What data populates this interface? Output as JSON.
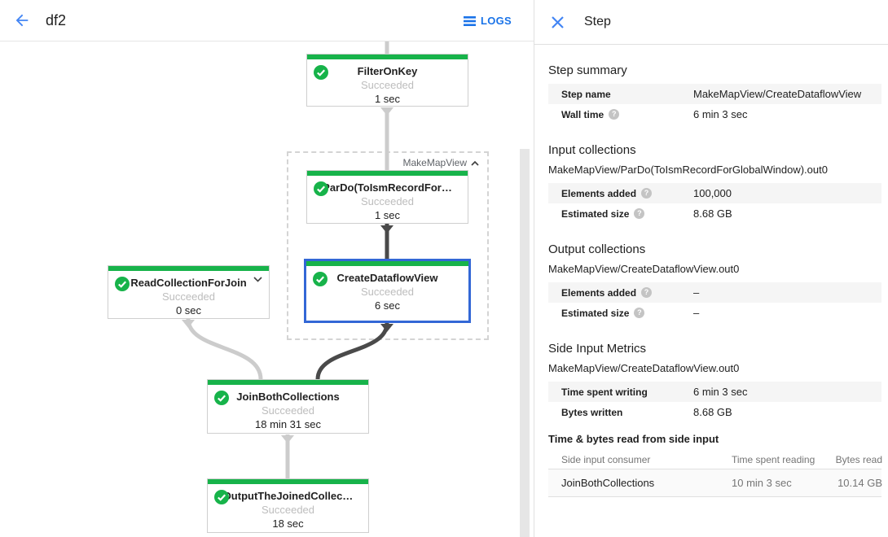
{
  "header": {
    "title": "df2",
    "logs_label": "LOGS"
  },
  "graph": {
    "group": {
      "label": "MakeMapView"
    },
    "nodes": [
      {
        "title": "FilterOnKey",
        "status": "Succeeded",
        "time": "1 sec"
      },
      {
        "title": "ParDo(ToIsmRecordFor…",
        "status": "Succeeded",
        "time": "1 sec"
      },
      {
        "title": "CreateDataflowView",
        "status": "Succeeded",
        "time": "6 sec"
      },
      {
        "title": "ReadCollectionForJoin",
        "status": "Succeeded",
        "time": "0 sec"
      },
      {
        "title": "JoinBothCollections",
        "status": "Succeeded",
        "time": "18 min 31 sec"
      },
      {
        "title": "OutputTheJoinedCollec…",
        "status": "Succeeded",
        "time": "18 sec"
      }
    ]
  },
  "panel": {
    "title": "Step",
    "step_summary": {
      "heading": "Step summary",
      "rows": [
        {
          "label": "Step name",
          "value": "MakeMapView/CreateDataflowView"
        },
        {
          "label": "Wall time",
          "value": "6 min 3 sec"
        }
      ]
    },
    "input_collections": {
      "heading": "Input collections",
      "collection": "MakeMapView/ParDo(ToIsmRecordForGlobalWindow).out0",
      "rows": [
        {
          "label": "Elements added",
          "value": "100,000"
        },
        {
          "label": "Estimated size",
          "value": "8.68 GB"
        }
      ]
    },
    "output_collections": {
      "heading": "Output collections",
      "collection": "MakeMapView/CreateDataflowView.out0",
      "rows": [
        {
          "label": "Elements added",
          "value": "–"
        },
        {
          "label": "Estimated size",
          "value": "–"
        }
      ]
    },
    "side_input_metrics": {
      "heading": "Side Input Metrics",
      "collection": "MakeMapView/CreateDataflowView.out0",
      "rows": [
        {
          "label": "Time spent writing",
          "value": "6 min 3 sec"
        },
        {
          "label": "Bytes written",
          "value": "8.68 GB"
        }
      ]
    },
    "side_input_table": {
      "heading": "Time & bytes read from side input",
      "columns": [
        "Side input consumer",
        "Time spent reading",
        "Bytes read"
      ],
      "rows": [
        [
          "JoinBothCollections",
          "10 min 3 sec",
          "10.14 GB"
        ]
      ]
    }
  },
  "colors": {
    "succeeded_green": "#17b34a",
    "selected_blue": "#3367d6",
    "logs_blue": "#1a73e8",
    "icon_blue": "#4285f4"
  }
}
